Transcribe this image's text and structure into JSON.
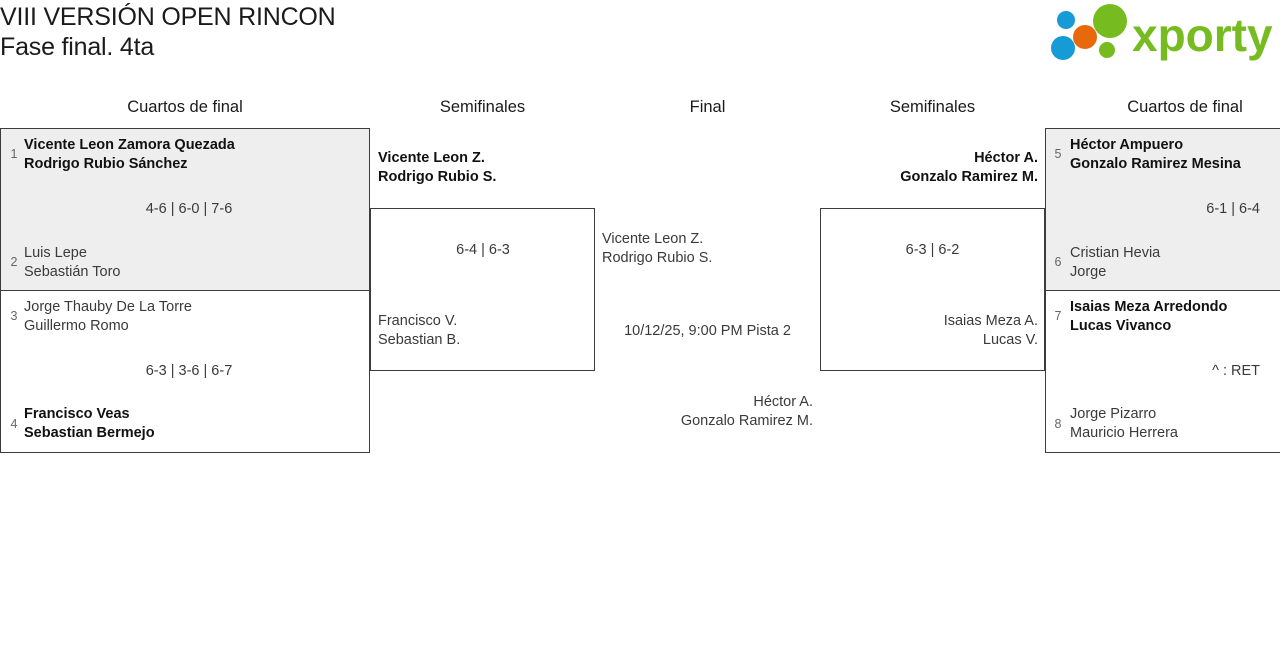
{
  "header": {
    "title_line1": "VIII VERSIÓN OPEN RINCON",
    "title_line2": "Fase final. 4ta",
    "logo_text": "xporty",
    "logo_colors": {
      "green": "#76bc21",
      "blue": "#169bd7",
      "orange": "#e8690b"
    }
  },
  "rounds": [
    {
      "label": "Cuartos de final"
    },
    {
      "label": "Semifinales"
    },
    {
      "label": "Final"
    },
    {
      "label": "Semifinales"
    },
    {
      "label": "Cuartos de final"
    }
  ],
  "bracket": {
    "left_quarterfinals": [
      {
        "top": {
          "seed": "1",
          "line1": "Vicente Leon Zamora Quezada",
          "line2": "Rodrigo Rubio Sánchez",
          "winner": true
        },
        "bottom": {
          "seed": "2",
          "line1": "Luis Lepe",
          "line2": "Sebastián Toro",
          "winner": false
        },
        "score": "4-6 | 6-0 | 7-6"
      },
      {
        "top": {
          "seed": "3",
          "line1": "Jorge Thauby De La Torre",
          "line2": "Guillermo Romo",
          "winner": false
        },
        "bottom": {
          "seed": "4",
          "line1": "Francisco Veas",
          "line2": "Sebastian Bermejo",
          "winner": true
        },
        "score": "6-3 | 3-6 | 6-7"
      }
    ],
    "left_semifinal": {
      "top": {
        "line1": "Vicente Leon Z.",
        "line2": "Rodrigo Rubio S.",
        "winner": true
      },
      "bottom": {
        "line1": "Francisco V.",
        "line2": "Sebastian B.",
        "winner": false
      },
      "score": "6-4 | 6-3"
    },
    "final": {
      "top": {
        "line1": "Vicente Leon Z.",
        "line2": "Rodrigo Rubio S.",
        "winner": false
      },
      "bottom": {
        "line1": "Héctor A.",
        "line2": "Gonzalo Ramirez M.",
        "winner": false
      },
      "schedule": "10/12/25, 9:00 PM Pista 2"
    },
    "right_semifinal": {
      "top": {
        "line1": "Héctor A.",
        "line2": "Gonzalo Ramirez M.",
        "winner": true
      },
      "bottom": {
        "line1": "Isaias Meza A.",
        "line2": "Lucas V.",
        "winner": false
      },
      "score": "6-3 | 6-2"
    },
    "right_quarterfinals": [
      {
        "top": {
          "seed": "5",
          "line1": "Héctor Ampuero",
          "line2": "Gonzalo Ramirez Mesina",
          "winner": true
        },
        "bottom": {
          "seed": "6",
          "line1": "Cristian Hevia",
          "line2": "Jorge",
          "winner": false
        },
        "score": "6-1 | 6-4"
      },
      {
        "top": {
          "seed": "7",
          "line1": "Isaias Meza Arredondo",
          "line2": "Lucas Vivanco",
          "winner": true
        },
        "bottom": {
          "seed": "8",
          "line1": "Jorge Pizarro",
          "line2": "Mauricio Herrera",
          "winner": false
        },
        "score": "^ : RET"
      }
    ]
  }
}
